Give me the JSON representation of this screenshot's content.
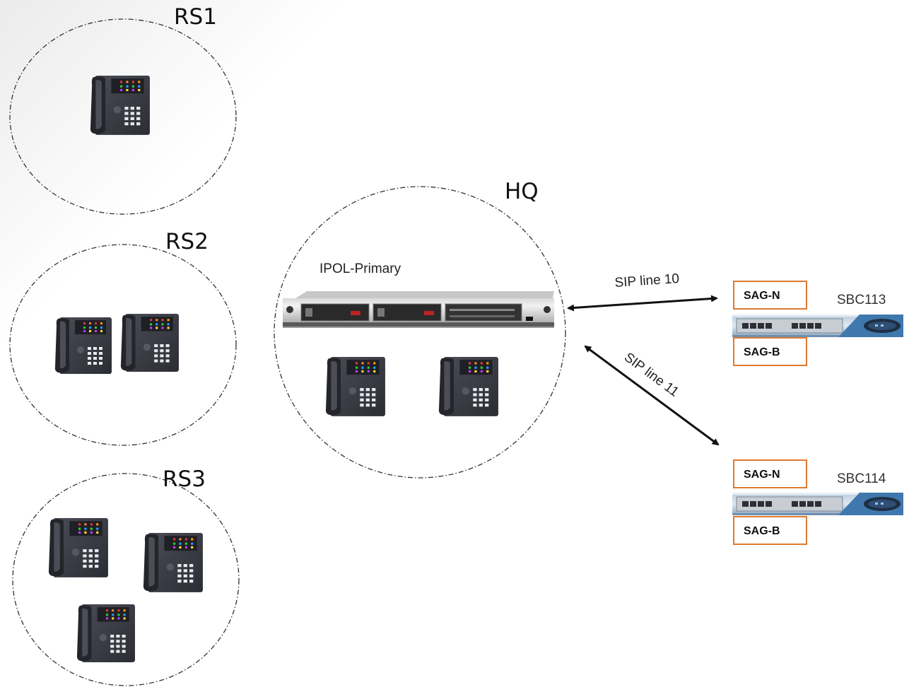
{
  "sites": {
    "rs1": {
      "label": "RS1"
    },
    "rs2": {
      "label": "RS2"
    },
    "rs3": {
      "label": "RS3"
    },
    "hq": {
      "label": "HQ",
      "server_label": "IPOL-Primary"
    }
  },
  "links": {
    "line10": {
      "label": "SIP line 10"
    },
    "line11": {
      "label": "SIP line 11"
    }
  },
  "sbcs": [
    {
      "name": "SBC113",
      "top_box": "SAG-N",
      "bottom_box": "SAG-B"
    },
    {
      "name": "SBC114",
      "top_box": "SAG-N",
      "bottom_box": "SAG-B"
    }
  ],
  "colors": {
    "sag_border": "#e07a2f",
    "phone_body": "#3d3f48",
    "appliance_blue": "#4d86b8"
  },
  "icons": {
    "phone": "desk-phone-icon",
    "server": "rack-server-icon",
    "sbc": "sbc-appliance-icon"
  }
}
